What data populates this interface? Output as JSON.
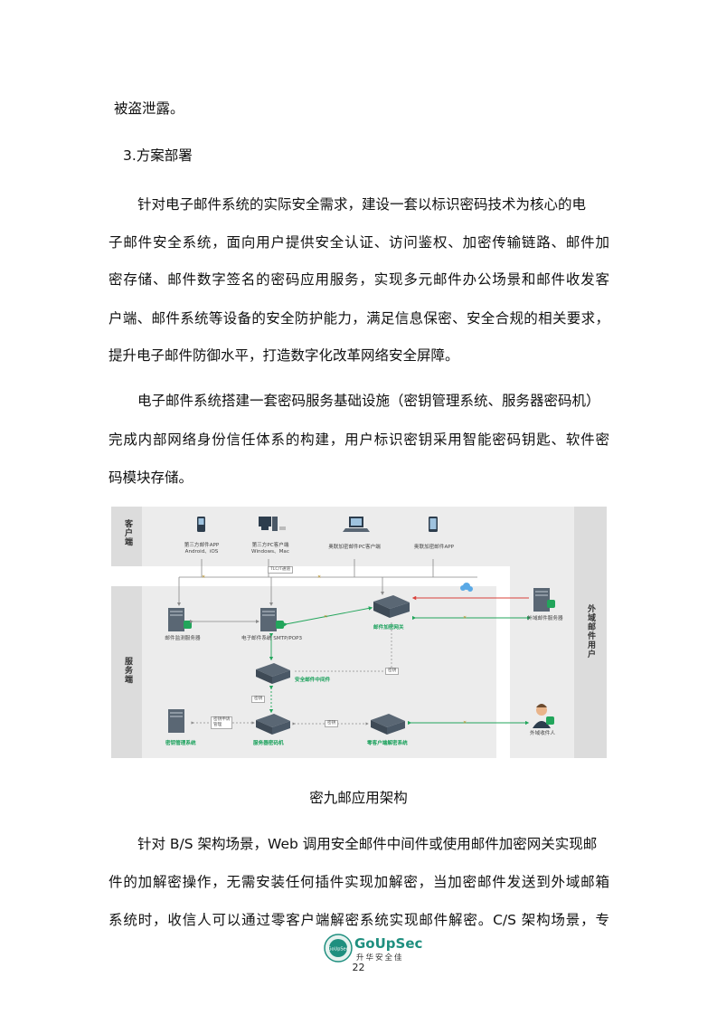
{
  "text": {
    "line_top": "被盗泄露。",
    "heading": "3.方案部署",
    "para1": [
      "针对电子邮件系统的实际安全需求，建设一套以标识密码技术为核心的电",
      "子邮件安全系统，面向用户提供安全认证、访问鉴权、加密传输链路、邮件加",
      "密存储、邮件数字签名的密码应用服务，实现多元邮件办公场景和邮件收发客",
      "户端、邮件系统等设备的安全防护能力，满足信息保密、安全合规的相关要求，",
      "提升电子邮件防御水平，打造数字化改革网络安全屏障。"
    ],
    "para2": [
      "电子邮件系统搭建一套密码服务基础设施（密钥管理系统、服务器密码机）",
      "完成内部网络身份信任体系的构建，用户标识密钥采用智能密码钥匙、软件密",
      "码模块存储。"
    ],
    "caption": "密九邮应用架构",
    "para3": [
      "针对 B/S 架构场景，Web 调用安全邮件中间件或使用邮件加密网关实现邮",
      "件的加解密操作，无需安装任何插件实现加解密，当加密邮件发送到外域邮箱",
      "系统时，收信人可以通过零客户端解密系统实现邮件解密。C/S 架构场景，专"
    ]
  },
  "diagram": {
    "zones": {
      "client": "客户端",
      "server": "服务端",
      "external": "外域邮件用户"
    },
    "clients": {
      "c1": [
        "第三方邮件APP",
        "Android、iOS"
      ],
      "c2": [
        "第三方PC客户端",
        "Windows、Mac"
      ],
      "c3": [
        "奥联加密邮件PC客户端"
      ],
      "c4": [
        "奥联加密邮件APP"
      ]
    },
    "tls_tag": "TLC/T通道",
    "nodes": {
      "monitor": "邮件监测服务器",
      "mail_system": "电子邮件系统 SMTP/POP3",
      "gateway": "邮件加密网关",
      "middleware": "安全邮件中间件",
      "kms": "密钥管理系统",
      "hsm": "服务器密码机",
      "zero_client": "零客户端解密系统",
      "ext_server": "外域邮件服务器",
      "ext_recipient": "外域收件人"
    },
    "edge_tags": {
      "key1": "密钥",
      "key2": "密钥",
      "key3": "密钥",
      "kms_hsm": [
        "密钥申请",
        "管理"
      ]
    },
    "colors": {
      "green": "#22a55b",
      "red": "#d9413a",
      "gray": "#8a8a8a",
      "region": "#ececec"
    }
  },
  "footer": {
    "brand": "GoUpSec",
    "brand_sub": "升华安全佳",
    "page_number": "22"
  }
}
